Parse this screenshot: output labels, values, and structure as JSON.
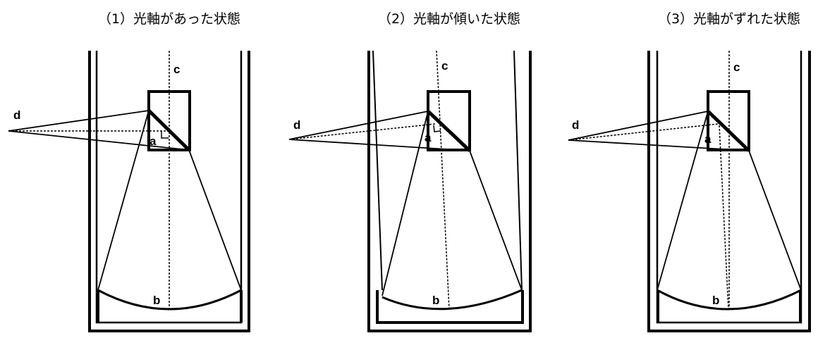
{
  "panels": [
    {
      "title": "（1）光軸があった状態",
      "labels": {
        "a": "a",
        "b": "b",
        "c": "c",
        "d": "d"
      }
    },
    {
      "title": "（2）光軸が傾いた状態",
      "labels": {
        "a": "a",
        "b": "b",
        "c": "c",
        "d": "d"
      }
    },
    {
      "title": "（3）光軸がずれた状態",
      "labels": {
        "a": "a",
        "b": "b",
        "c": "c",
        "d": "d"
      }
    }
  ],
  "colors": {
    "line": "#000000",
    "background": "#ffffff"
  }
}
